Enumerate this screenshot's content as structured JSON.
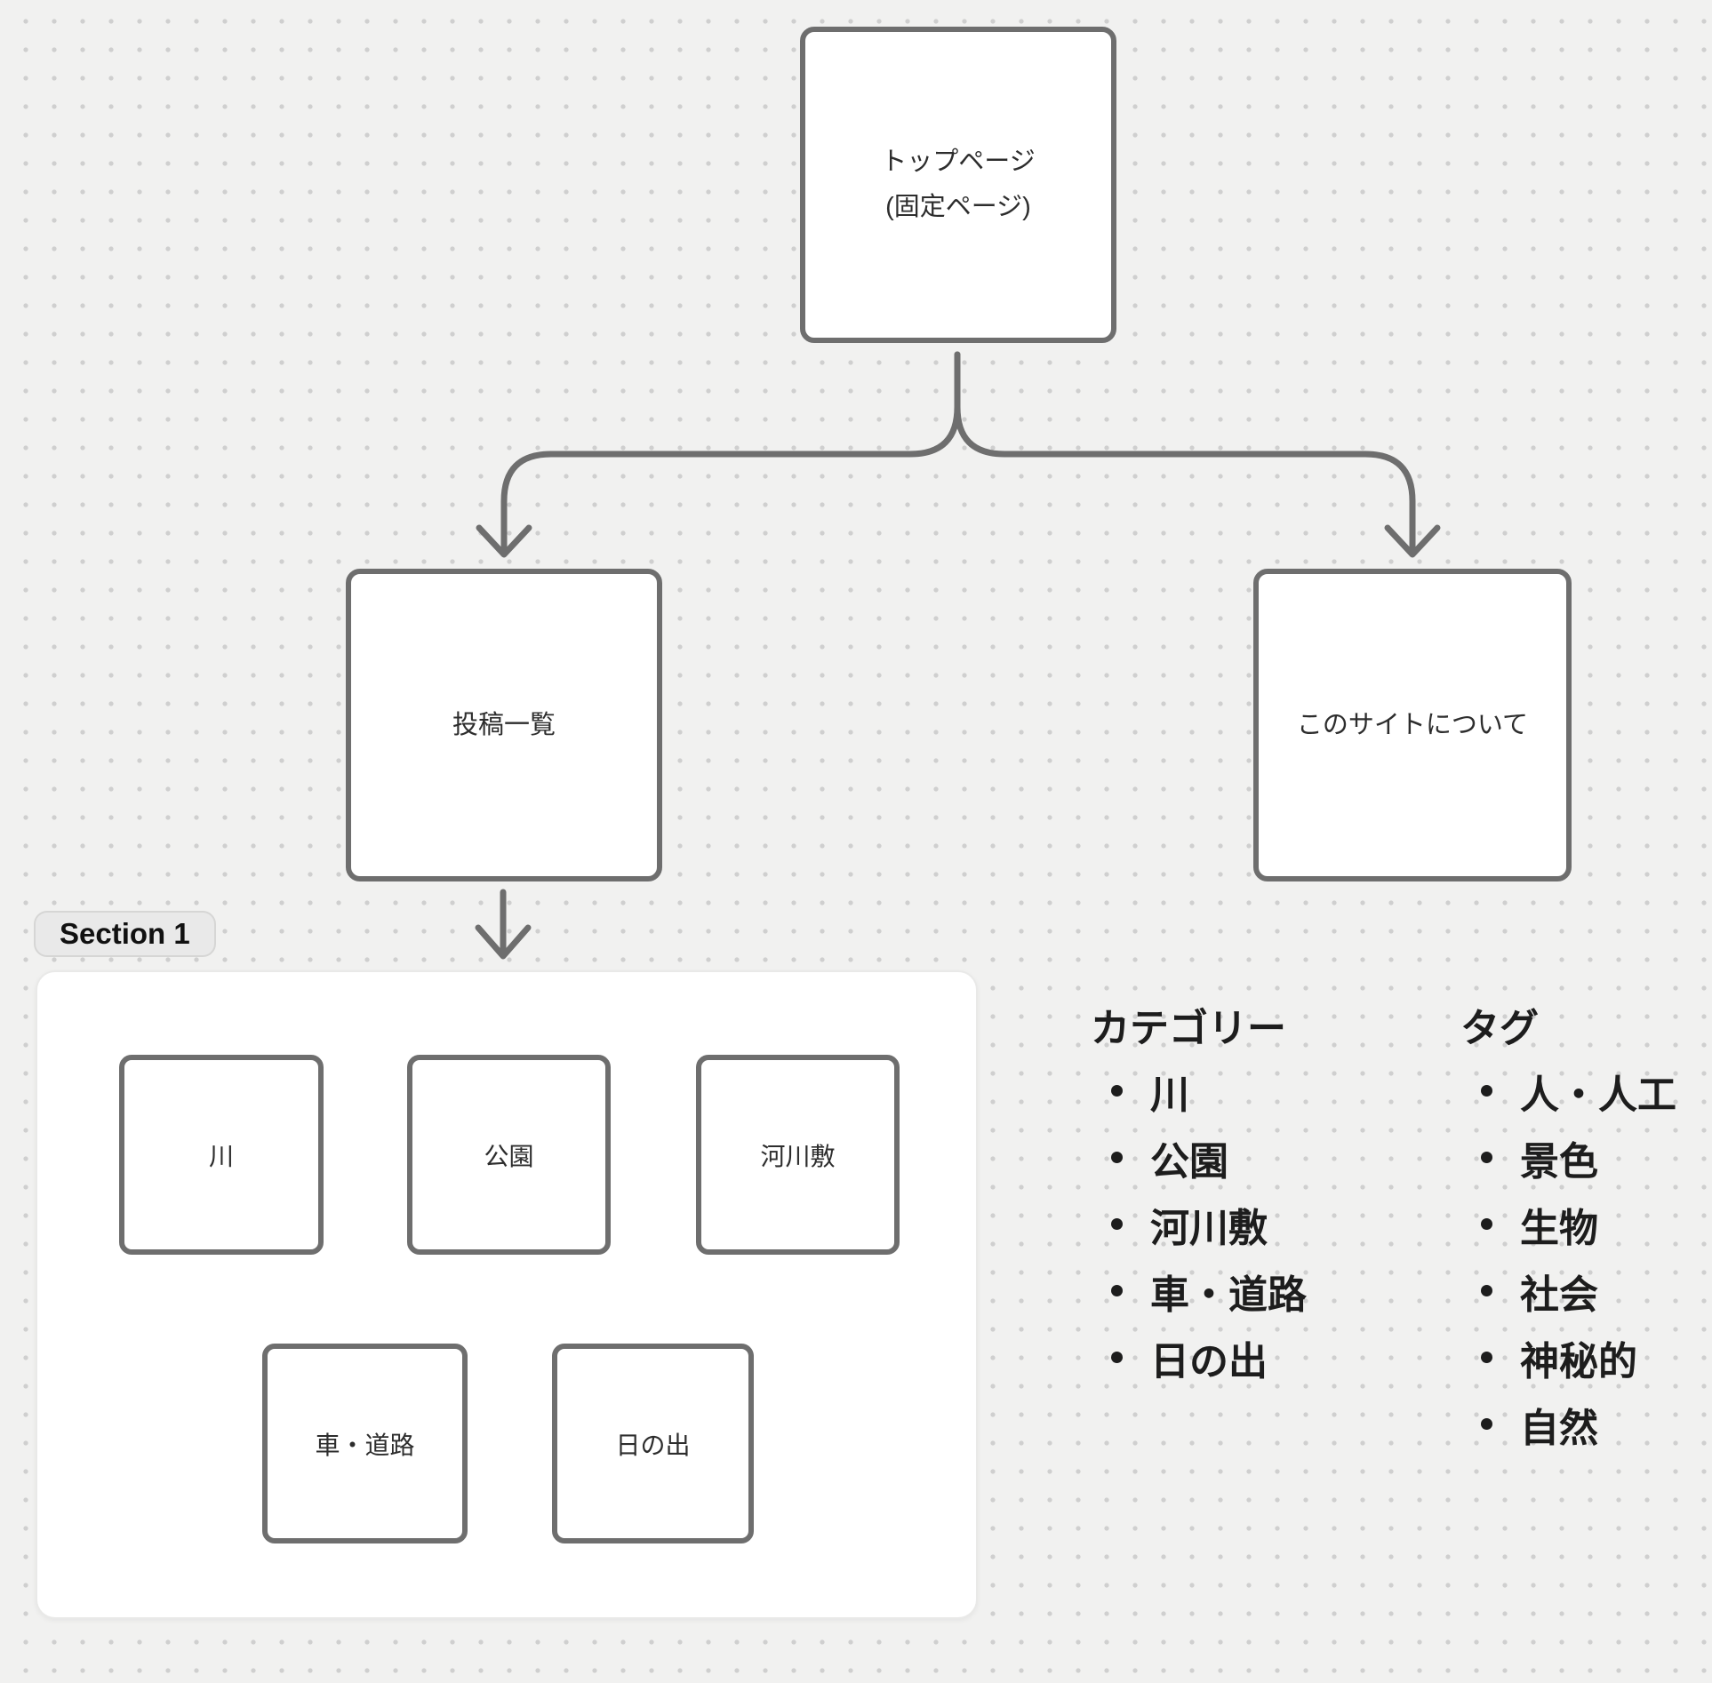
{
  "canvas": {
    "background_color": "#f1f1f0",
    "dot_grid_color": "#cfcfcf",
    "stroke_color": "#6e6e6e",
    "text_color": "#2d2d2d",
    "list_text_color": "#1d1d1d"
  },
  "nodes": {
    "top": {
      "label_line1": "トップページ",
      "label_line2": "(固定ページ)"
    },
    "posts": {
      "label": "投稿一覧"
    },
    "about": {
      "label": "このサイトについて"
    }
  },
  "section": {
    "label": "Section 1",
    "boxes": [
      "川",
      "公園",
      "河川敷",
      "車・道路",
      "日の出"
    ]
  },
  "lists": {
    "categories": {
      "title": "カテゴリー",
      "items": [
        "川",
        "公園",
        "河川敷",
        "車・道路",
        "日の出"
      ]
    },
    "tags": {
      "title": "タグ",
      "items": [
        "人・人工",
        "景色",
        "生物",
        "社会",
        "神秘的",
        "自然"
      ]
    }
  }
}
